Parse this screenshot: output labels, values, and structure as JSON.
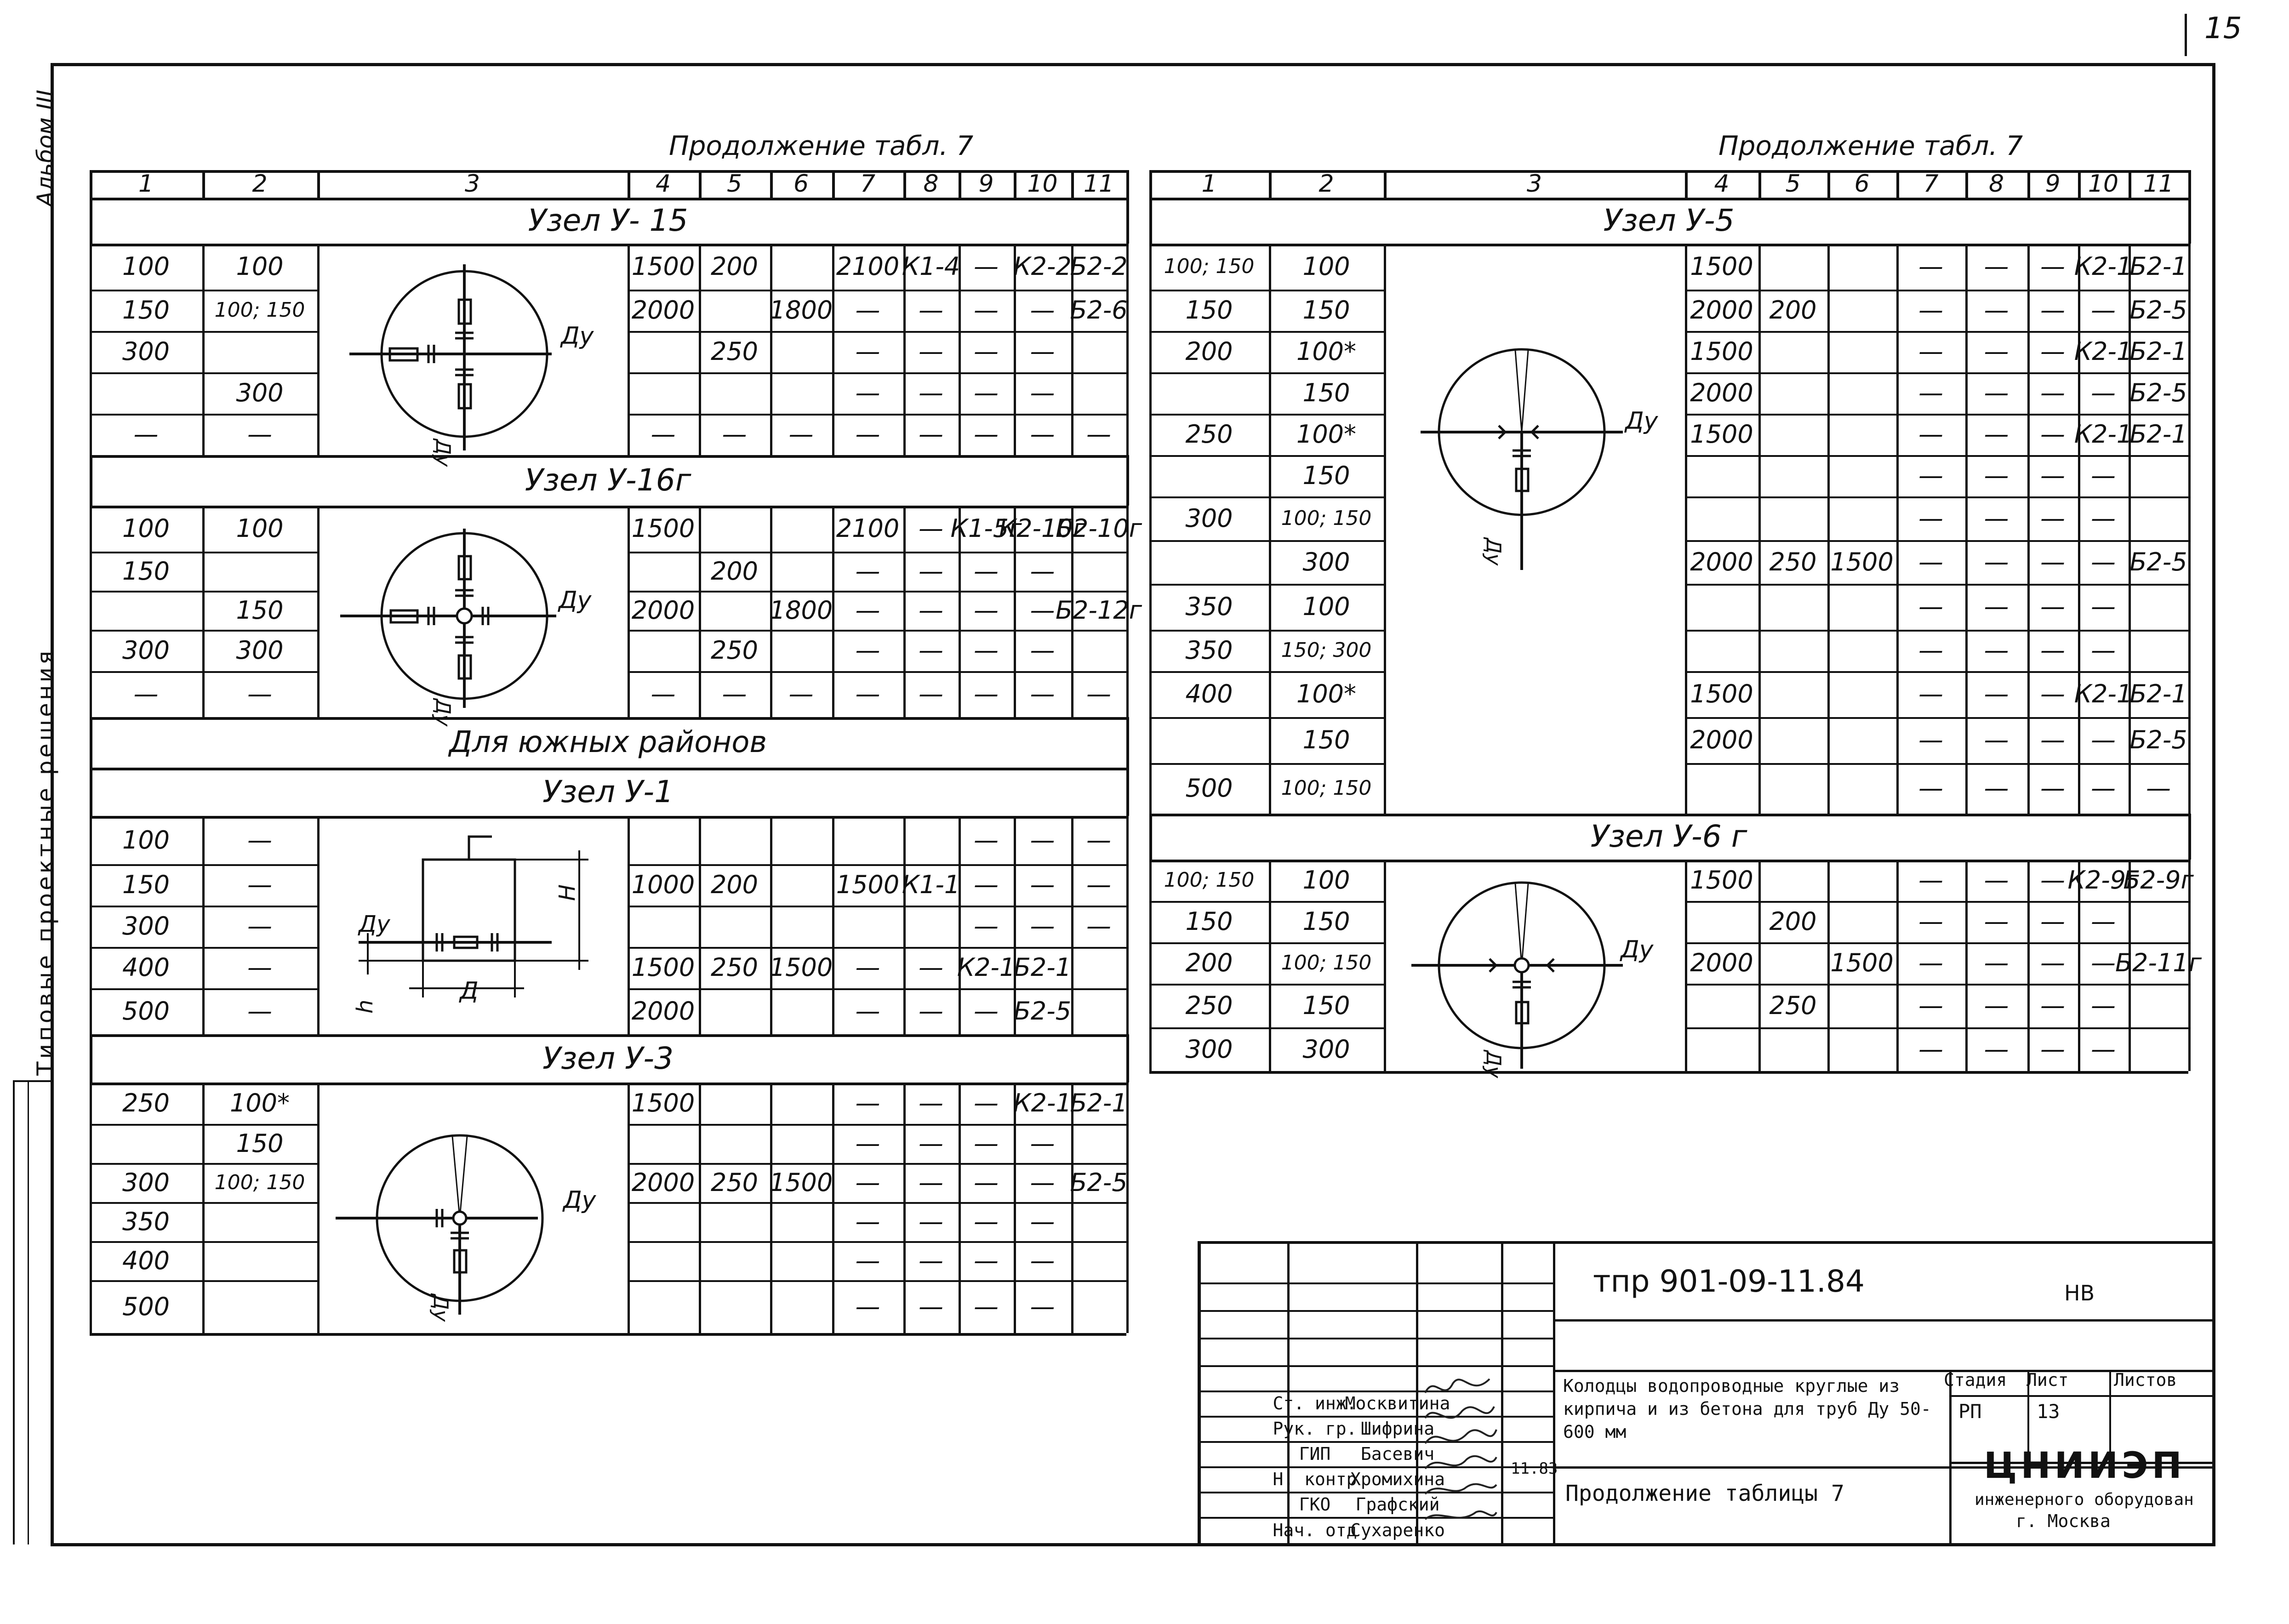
{
  "sheet": {
    "page_number": "15"
  },
  "margin": {
    "album": "Альбом III",
    "series": "Типовые проектные решения"
  },
  "left_table": {
    "caption": "Продолжение табл. 7",
    "headers": [
      "1",
      "2",
      "3",
      "4",
      "5",
      "6",
      "7",
      "8",
      "9",
      "10",
      "11"
    ],
    "blocks": {
      "u15": {
        "title": "Узел У- 15",
        "rows": [
          [
            "100",
            "100",
            "",
            "1500",
            "200",
            "",
            "2100",
            "К1-4",
            "—",
            "К2-2",
            "Б2-2"
          ],
          [
            "150",
            "100; 150",
            "",
            "2000",
            "",
            "1800",
            "—",
            "—",
            "—",
            "—",
            "Б2-6"
          ],
          [
            "300",
            "",
            "",
            "",
            "250",
            "",
            "—",
            "—",
            "—",
            "—",
            ""
          ],
          [
            "",
            "300",
            "",
            "",
            "",
            "",
            "—",
            "—",
            "—",
            "—",
            ""
          ],
          [
            "—",
            "—",
            "",
            "—",
            "—",
            "—",
            "—",
            "—",
            "—",
            "—",
            "—"
          ]
        ]
      },
      "u16g": {
        "title": "Узел У-16г",
        "rows": [
          [
            "100",
            "100",
            "",
            "1500",
            "",
            "",
            "2100",
            "—",
            "К1-5г",
            "К2-10г",
            "Б2-10г"
          ],
          [
            "150",
            "",
            "",
            "",
            "200",
            "",
            "—",
            "—",
            "—",
            "—",
            ""
          ],
          [
            "",
            "150",
            "",
            "2000",
            "",
            "1800",
            "—",
            "—",
            "—",
            "—",
            "Б2-12г"
          ],
          [
            "300",
            "300",
            "",
            "",
            "250",
            "",
            "—",
            "—",
            "—",
            "—",
            ""
          ],
          [
            "—",
            "—",
            "",
            "—",
            "—",
            "—",
            "—",
            "—",
            "—",
            "—",
            "—"
          ]
        ]
      },
      "south_heading": "Для южных районов",
      "u1": {
        "title": "Узел У-1",
        "rows": [
          [
            "100",
            "—",
            "",
            "",
            "",
            "",
            "",
            "",
            "—",
            "—",
            "—"
          ],
          [
            "150",
            "—",
            "",
            "1000",
            "200",
            "",
            "1500",
            "К1-1",
            "—",
            "—",
            "—"
          ],
          [
            "300",
            "—",
            "",
            "",
            "",
            "",
            "",
            "",
            "—",
            "—",
            "—"
          ],
          [
            "400",
            "—",
            "",
            "1500",
            "250",
            "1500",
            "—",
            "—",
            "К2-1",
            "Б2-1",
            ""
          ],
          [
            "500",
            "—",
            "",
            "2000",
            "",
            "",
            "—",
            "—",
            "—",
            "Б2-5",
            ""
          ]
        ]
      },
      "u3": {
        "title": "Узел У-3",
        "rows": [
          [
            "250",
            "100*",
            "",
            "1500",
            "",
            "",
            "—",
            "—",
            "—",
            "К2-1",
            "Б2-1"
          ],
          [
            "",
            "150",
            "",
            "",
            "",
            "",
            "—",
            "—",
            "—",
            "—",
            ""
          ],
          [
            "300",
            "100; 150",
            "",
            "2000",
            "250",
            "1500",
            "—",
            "—",
            "—",
            "—",
            "Б2-5"
          ],
          [
            "350",
            "",
            "",
            "",
            "",
            "",
            "—",
            "—",
            "—",
            "—",
            ""
          ],
          [
            "400",
            "",
            "",
            "",
            "",
            "",
            "—",
            "—",
            "—",
            "—",
            ""
          ],
          [
            "500",
            "",
            "",
            "",
            "",
            "",
            "—",
            "—",
            "—",
            "—",
            ""
          ]
        ]
      }
    }
  },
  "right_table": {
    "caption": "Продолжение табл. 7",
    "headers": [
      "1",
      "2",
      "3",
      "4",
      "5",
      "6",
      "7",
      "8",
      "9",
      "10",
      "11"
    ],
    "blocks": {
      "u5": {
        "title": "Узел У-5",
        "rows": [
          [
            "100; 150",
            "100",
            "",
            "1500",
            "",
            "",
            "—",
            "—",
            "—",
            "К2-1",
            "Б2-1"
          ],
          [
            "150",
            "150",
            "",
            "2000",
            "200",
            "",
            "—",
            "—",
            "—",
            "—",
            "Б2-5"
          ],
          [
            "200",
            "100*",
            "",
            "1500",
            "",
            "",
            "—",
            "—",
            "—",
            "К2-1",
            "Б2-1"
          ],
          [
            "",
            "150",
            "",
            "2000",
            "",
            "",
            "—",
            "—",
            "—",
            "—",
            "Б2-5"
          ],
          [
            "250",
            "100*",
            "",
            "1500",
            "",
            "",
            "—",
            "—",
            "—",
            "К2-1",
            "Б2-1"
          ],
          [
            "",
            "150",
            "",
            "",
            "",
            "",
            "—",
            "—",
            "—",
            "—",
            ""
          ],
          [
            "300",
            "100; 150",
            "",
            "",
            "",
            "",
            "—",
            "—",
            "—",
            "—",
            ""
          ],
          [
            "",
            "300",
            "",
            "2000",
            "250",
            "1500",
            "—",
            "—",
            "—",
            "—",
            "Б2-5"
          ],
          [
            "350",
            "100",
            "",
            "",
            "",
            "",
            "—",
            "—",
            "—",
            "—",
            ""
          ],
          [
            "350",
            "150; 300",
            "",
            "",
            "",
            "",
            "—",
            "—",
            "—",
            "—",
            ""
          ],
          [
            "400",
            "100*",
            "",
            "1500",
            "",
            "",
            "—",
            "—",
            "—",
            "К2-1",
            "Б2-1"
          ],
          [
            "",
            "150",
            "",
            "2000",
            "",
            "",
            "—",
            "—",
            "—",
            "—",
            "Б2-5"
          ],
          [
            "500",
            "100; 150",
            "",
            "",
            "",
            "",
            "—",
            "—",
            "—",
            "—",
            "—"
          ]
        ]
      },
      "u6g": {
        "title": "Узел У-6 г",
        "rows": [
          [
            "100; 150",
            "100",
            "",
            "1500",
            "",
            "",
            "—",
            "—",
            "—",
            "К2-9г",
            "Б2-9г"
          ],
          [
            "150",
            "150",
            "",
            "",
            "200",
            "",
            "—",
            "—",
            "—",
            "—",
            ""
          ],
          [
            "200",
            "100; 150",
            "",
            "2000",
            "",
            "1500",
            "—",
            "—",
            "—",
            "—",
            "Б2-11г"
          ],
          [
            "250",
            "150",
            "",
            "",
            "250",
            "",
            "—",
            "—",
            "—",
            "—",
            ""
          ],
          [
            "300",
            "300",
            "",
            "",
            "",
            "",
            "—",
            "—",
            "—",
            "—",
            ""
          ]
        ]
      }
    }
  },
  "schematic_labels": {
    "du": "Ду",
    "du_rotated": "Ду",
    "h_big": "Н",
    "h_small": "h",
    "d": "Д"
  },
  "title_block": {
    "doc_code": "тпр 901-09-11.84",
    "doc_suffix": "НВ",
    "roles": [
      "Ст. инж.",
      "Рук. гр.",
      "ГИП",
      "Н. контр",
      "ГКО",
      "Нач. отд"
    ],
    "names": [
      "Москвитина",
      "Шифрина",
      "Басевич",
      "Хромихина",
      "Графский",
      "Сухаренко"
    ],
    "date": "11.83",
    "project_title": "Колодцы водопроводные круглые из кирпича и из бетона для труб Ду 50-600 мм",
    "stage_label": "Стадия",
    "sheet_label": "Лист",
    "sheets_label": "Листов",
    "stage": "РП",
    "sheet": "13",
    "sheet_title": "Продолжение таблицы 7",
    "org": "ЦНИИЭП",
    "org_sub": "инженерного оборудован",
    "city": "г. Москва"
  }
}
